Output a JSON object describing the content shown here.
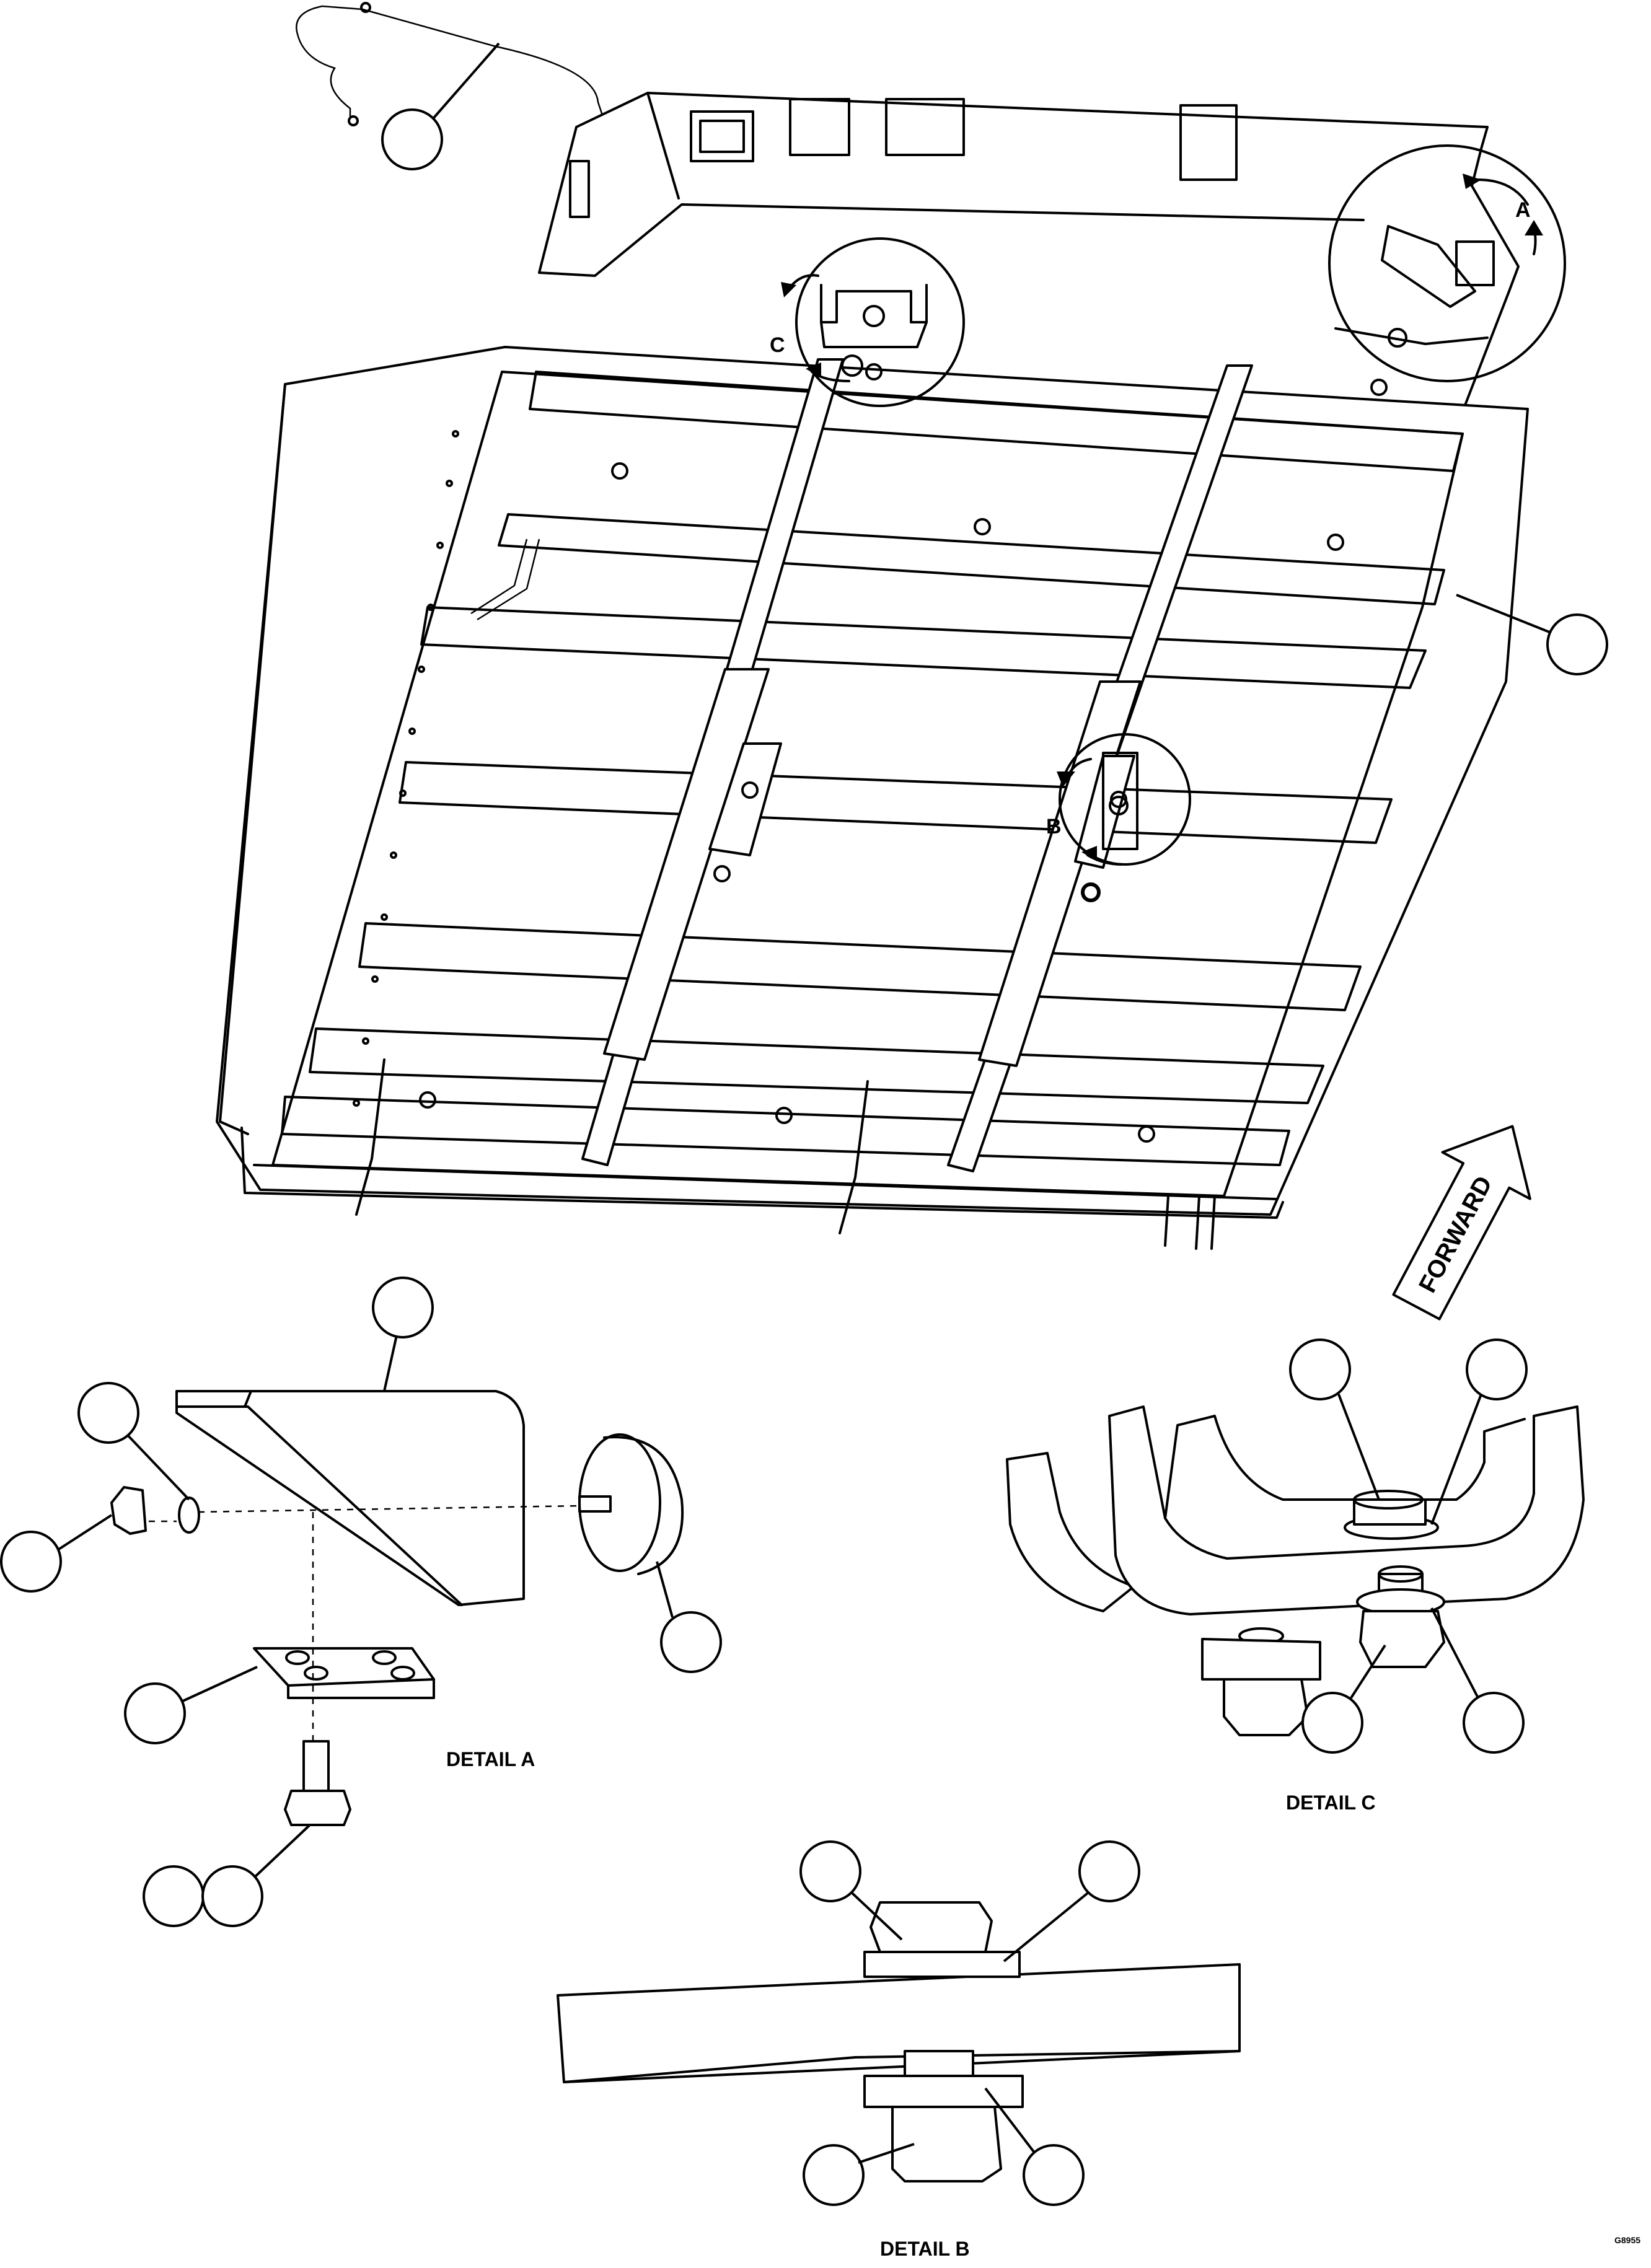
{
  "callouts": {
    "view_a": "A",
    "view_b": "B",
    "view_c": "C"
  },
  "direction_arrow": "FORWARD",
  "details": {
    "a": "DETAIL A",
    "b": "DETAIL B",
    "c": "DETAIL C"
  },
  "figure_id": "G8955",
  "item_balloons": [
    {
      "id": "harness"
    },
    {
      "id": "floor-panel"
    },
    {
      "id": "detail-a-bracket"
    },
    {
      "id": "detail-a-washer"
    },
    {
      "id": "detail-a-nut"
    },
    {
      "id": "detail-a-isolator"
    },
    {
      "id": "detail-a-plate"
    },
    {
      "id": "detail-a-bolt-1"
    },
    {
      "id": "detail-a-bolt-2"
    },
    {
      "id": "detail-c-bolt"
    },
    {
      "id": "detail-c-washer-top"
    },
    {
      "id": "detail-c-nut"
    },
    {
      "id": "detail-c-washer-bottom"
    },
    {
      "id": "detail-b-bolt"
    },
    {
      "id": "detail-b-washer-top"
    },
    {
      "id": "detail-b-nut"
    },
    {
      "id": "detail-b-washer-bottom"
    }
  ]
}
